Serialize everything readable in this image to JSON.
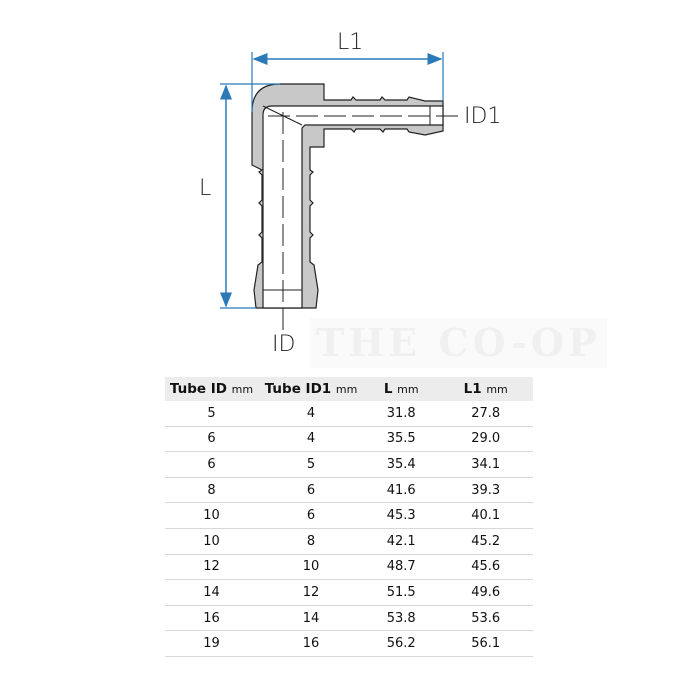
{
  "diagram": {
    "labels": {
      "L1": "L1",
      "L": "L",
      "ID1": "ID1",
      "ID": "ID"
    },
    "dimension_color": "#2a7ab8",
    "fill_color": "#c8c8c8",
    "watermark": "THE CO-OP"
  },
  "table": {
    "headers": [
      {
        "name": "Tube ID",
        "unit": "mm"
      },
      {
        "name": "Tube ID1",
        "unit": "mm"
      },
      {
        "name": "L",
        "unit": "mm"
      },
      {
        "name": "L1",
        "unit": "mm"
      }
    ],
    "rows": [
      [
        "5",
        "4",
        "31.8",
        "27.8"
      ],
      [
        "6",
        "4",
        "35.5",
        "29.0"
      ],
      [
        "6",
        "5",
        "35.4",
        "34.1"
      ],
      [
        "8",
        "6",
        "41.6",
        "39.3"
      ],
      [
        "10",
        "6",
        "45.3",
        "40.1"
      ],
      [
        "10",
        "8",
        "42.1",
        "45.2"
      ],
      [
        "12",
        "10",
        "48.7",
        "45.6"
      ],
      [
        "14",
        "12",
        "51.5",
        "49.6"
      ],
      [
        "16",
        "14",
        "53.8",
        "53.6"
      ],
      [
        "19",
        "16",
        "56.2",
        "56.1"
      ]
    ]
  }
}
